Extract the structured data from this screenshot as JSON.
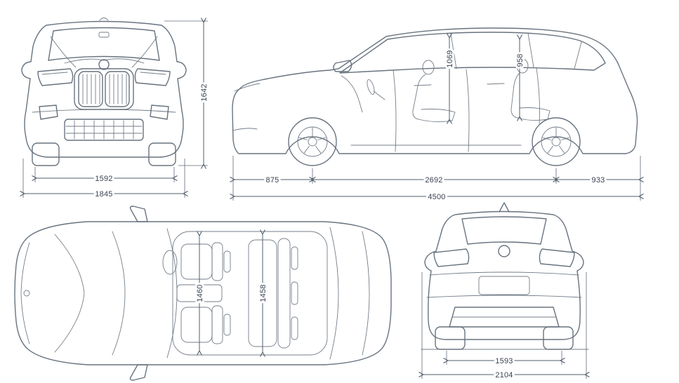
{
  "style": {
    "background": "#ffffff",
    "line_color": "#68737f",
    "dim_color": "#525d6b",
    "text_color": "#3a4252"
  },
  "views": {
    "front": {
      "track": "1592",
      "width": "1845",
      "height": "1642"
    },
    "side": {
      "front_headroom": "1069",
      "rear_headroom": "958",
      "front_overhang": "875",
      "wheelbase": "2692",
      "rear_overhang": "933",
      "length": "4500"
    },
    "top": {
      "front_width": "1460",
      "rear_width": "1458"
    },
    "rear": {
      "track": "1593",
      "width": "2104"
    }
  }
}
